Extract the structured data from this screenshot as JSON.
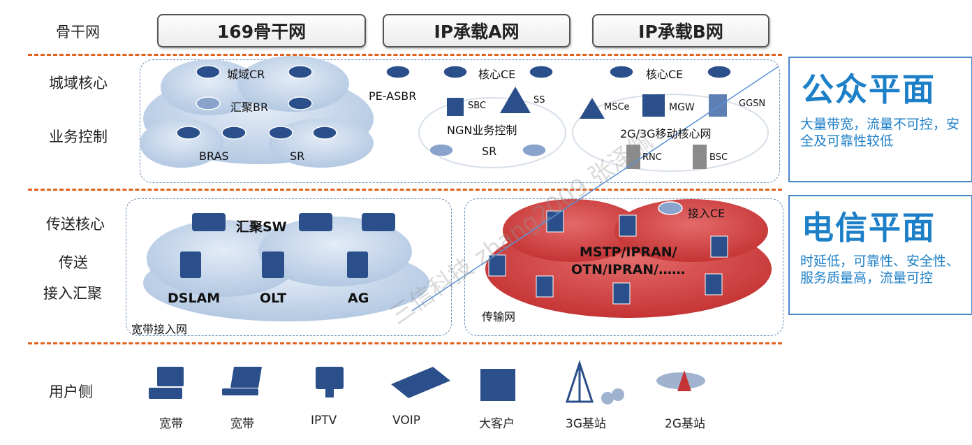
{
  "rows": {
    "backbone": "骨干网",
    "metro_core": "城域核心",
    "service_control": "业务控制",
    "transport_core": "传送核心",
    "transport": "传送",
    "access_agg": "接入汇聚",
    "user_side": "用户侧"
  },
  "backbones": [
    "169骨干网",
    "IP承载A网",
    "IP承载B网"
  ],
  "metro": {
    "cloud1": {
      "cr": "城域CR",
      "br": "汇聚BR",
      "bras": "BRAS",
      "sr": "SR"
    },
    "pe_asbr": "PE-ASBR",
    "core_ce_a": "核心CE",
    "ngn": {
      "sbc": "SBC",
      "ss": "SS",
      "title": "NGN业务控制",
      "sr": "SR"
    },
    "mobile": {
      "core_ce": "核心CE",
      "msce": "MSCe",
      "mgw": "MGW",
      "ggsn": "GGSN",
      "title": "2G/3G移动核心网",
      "rnc": "RNC",
      "bsc": "BSC"
    }
  },
  "access": {
    "agg_sw": "汇聚SW",
    "dslam": "DSLAM",
    "olt": "OLT",
    "ag": "AG",
    "broadband_net": "宽带接入网",
    "access_ce": "接入CE",
    "transport_types_1": "MSTP/IPRAN/",
    "transport_types_2": "OTN/IPRAN/……",
    "transport_net": "传输网"
  },
  "users": [
    "宽带",
    "宽带",
    "IPTV",
    "VOIP",
    "大客户",
    "3G基站",
    "2G基站"
  ],
  "planes": {
    "public": {
      "title": "公众平面",
      "desc": "大量带宽，流量不可控，安全及可靠性较低"
    },
    "telecom": {
      "title": "电信平面",
      "desc": "时延低，可靠性、安全性、服务质量高，流量可控"
    }
  },
  "watermark": "三信科技 zhang2009 张泽佩",
  "colors": {
    "accent": "#1c7fc7",
    "divider": "#e0601c",
    "cloud_blue": "#c9d9ec",
    "cloud_red": "#d94a4a",
    "router": "#2b4f8a"
  }
}
